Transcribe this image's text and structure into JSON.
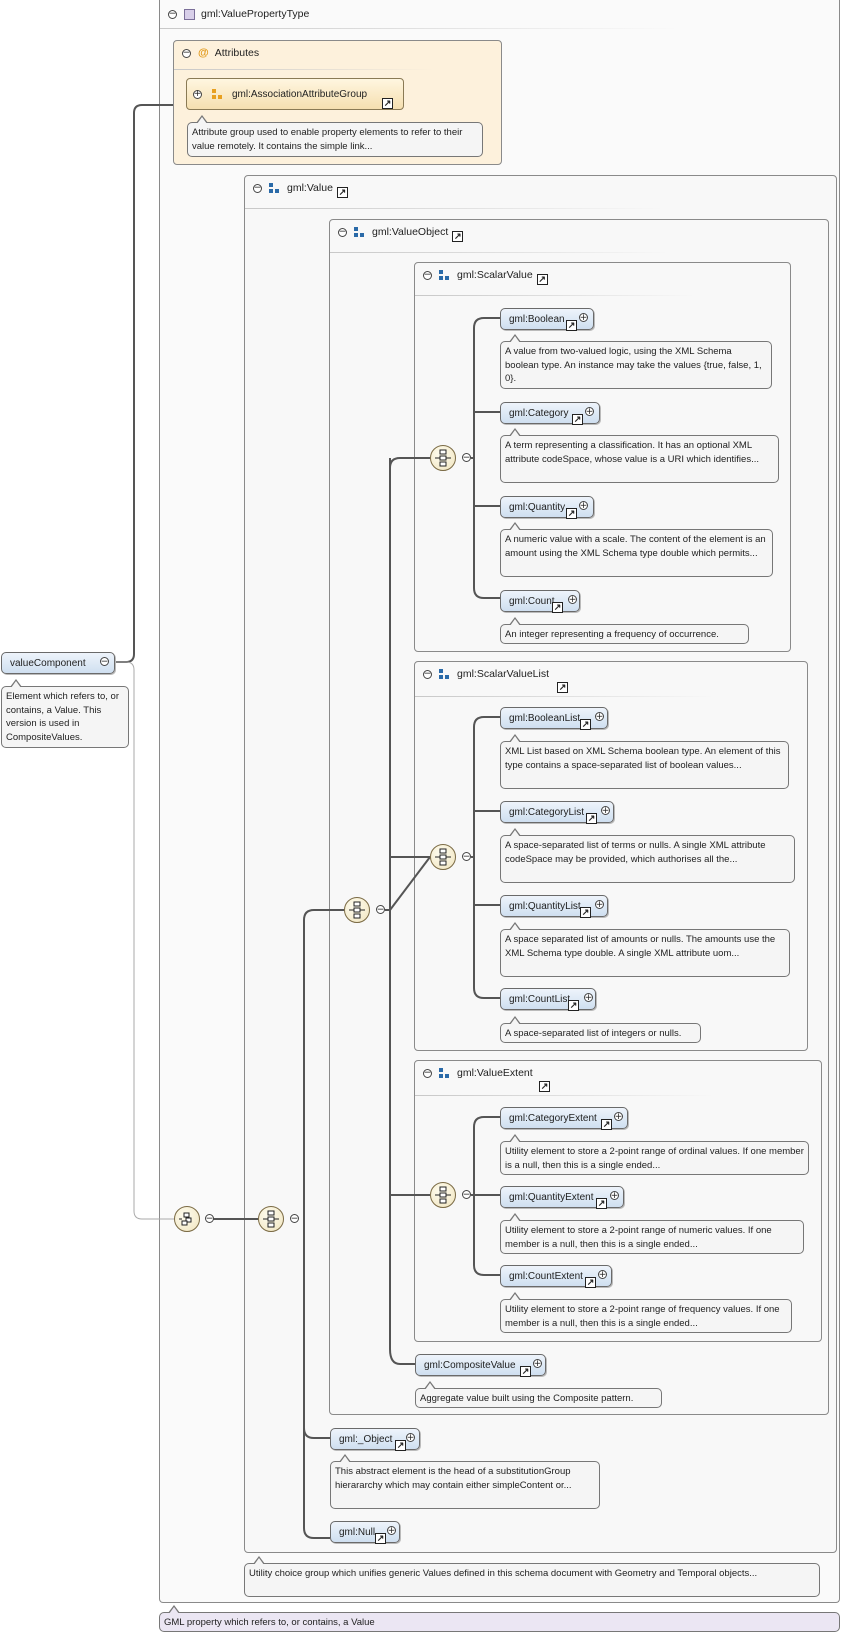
{
  "root": {
    "name": "valueComponent",
    "doc": "Element which refers to, or contains, a Value. This version is used in CompositeValues."
  },
  "type_panel": {
    "title": "gml:ValuePropertyType",
    "doc": "GML property which refers to, or contains, a Value"
  },
  "attributes": {
    "title": "Attributes",
    "group": "gml:AssociationAttributeGroup",
    "doc": "Attribute group used to enable property elements to refer to their value remotely. It contains the simple link..."
  },
  "value_group": {
    "title": "gml:Value",
    "doc": "Utility choice group which unifies generic Values defined in this schema document with Geometry and Temporal objects..."
  },
  "value_object": {
    "title": "gml:ValueObject"
  },
  "scalar_value": {
    "title": "gml:ScalarValue",
    "items": [
      {
        "name": "gml:Boolean",
        "doc": "A value from two-valued logic, using the XML Schema boolean type. An instance may take the values {true, false, 1, 0}."
      },
      {
        "name": "gml:Category",
        "doc": "A term representing a classification. It has an optional XML attribute codeSpace, whose value is a URI which identifies..."
      },
      {
        "name": "gml:Quantity",
        "doc": "A numeric value with a scale. The content of the element is an amount using the XML Schema type double which permits..."
      },
      {
        "name": "gml:Count",
        "doc": "An integer representing a frequency of occurrence."
      }
    ]
  },
  "scalar_value_list": {
    "title": "gml:ScalarValueList",
    "items": [
      {
        "name": "gml:BooleanList",
        "doc": "XML List based on XML Schema boolean type. An element of this type contains a space-separated list of boolean values..."
      },
      {
        "name": "gml:CategoryList",
        "doc": "A space-separated list of terms or nulls. A single XML attribute codeSpace may be provided, which authorises all the..."
      },
      {
        "name": "gml:QuantityList",
        "doc": "A space separated list of amounts or nulls. The amounts use the XML Schema type double. A single XML attribute uom..."
      },
      {
        "name": "gml:CountList",
        "doc": "A space-separated list of integers or nulls."
      }
    ]
  },
  "value_extent": {
    "title": "gml:ValueExtent",
    "items": [
      {
        "name": "gml:CategoryExtent",
        "doc": "Utility element to store a 2-point range of ordinal values. If one member is a null, then this is a single ended..."
      },
      {
        "name": "gml:QuantityExtent",
        "doc": "Utility element to store a 2-point range of numeric values. If one member is a null, then this is a single ended..."
      },
      {
        "name": "gml:CountExtent",
        "doc": "Utility element to store a 2-point range of frequency values. If one member is a null, then this is a single ended..."
      }
    ]
  },
  "composite_value": {
    "name": "gml:CompositeValue",
    "doc": "Aggregate value built using the Composite pattern."
  },
  "object": {
    "name": "gml:_Object",
    "doc": "This abstract element is the head of a substitutionGroup hierararchy which may contain either simpleContent or..."
  },
  "null": {
    "name": "gml:Null"
  },
  "glyphs": {
    "collapse": "−",
    "expand": "+",
    "link": "↗",
    "at": "@"
  },
  "icons": {
    "type": "complex-type-icon",
    "group": "model-group-icon",
    "attribute_group": "attribute-group-icon",
    "sequence": "sequence-compositor-icon",
    "choice": "choice-compositor-icon"
  },
  "colors": {
    "element_fill": "#cfdff0",
    "attributes_fill": "#fdf1dc",
    "group_icon": "#2a6aa8",
    "attr_icon": "#e8a020",
    "type_icon": "#d8cfe9"
  }
}
